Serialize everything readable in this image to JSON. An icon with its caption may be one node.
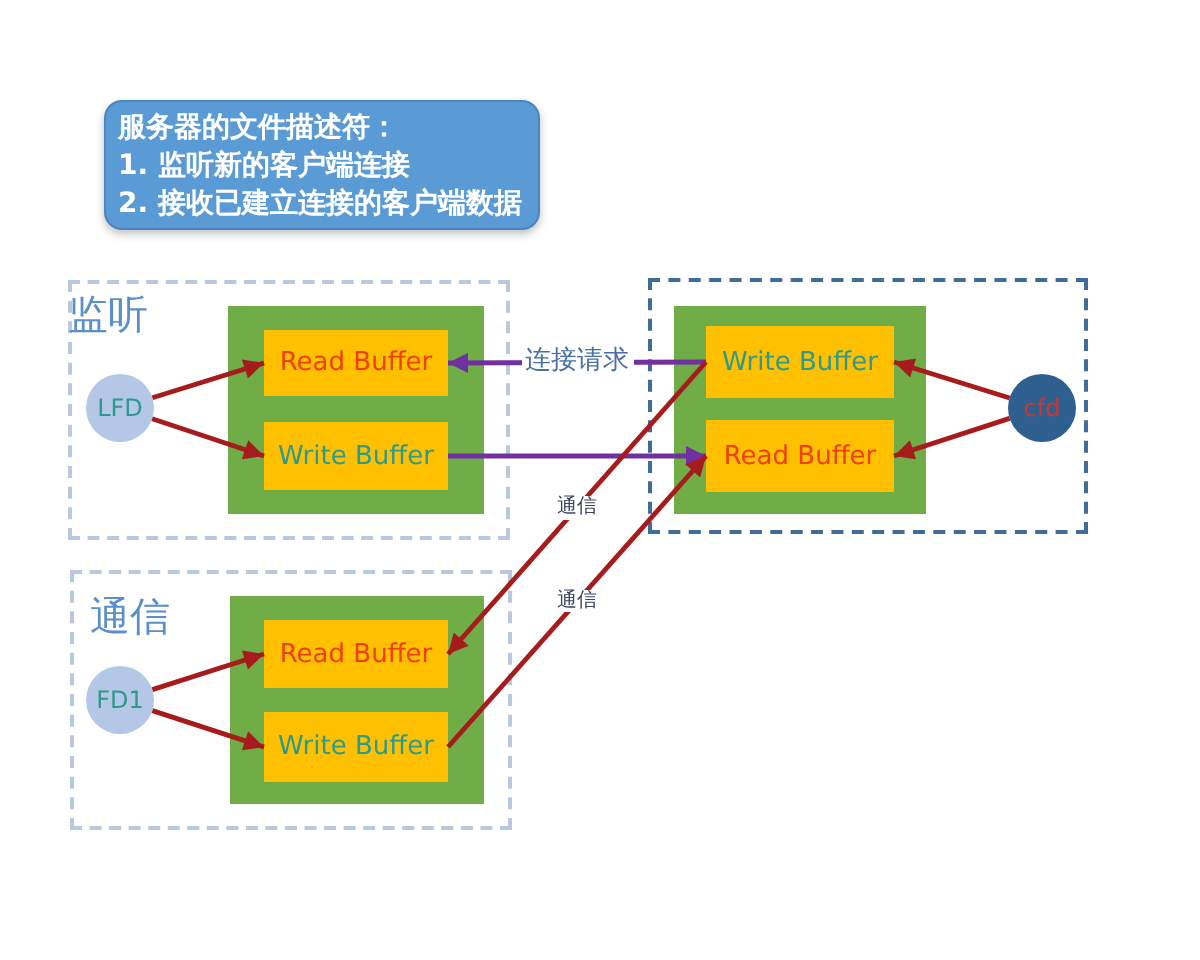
{
  "diagram": {
    "nodes": [
      {
        "text": [
          "服务器的文件描述符：",
          "1. 监听新的客户端连接",
          "2. 接收已建立连接的客户端数据"
        ]
      },
      {
        "text": [
          "监听"
        ]
      },
      {
        "text": [
          "LFD"
        ],
        "in": 1
      },
      {
        "text": [],
        "shape": "box",
        "in": 1
      },
      {
        "text": [
          "Read Buffer"
        ],
        "in": 3
      },
      {
        "text": [
          "Write Buffer"
        ],
        "in": 3
      },
      {
        "text": [],
        "shape": "box"
      },
      {
        "text": [],
        "shape": "box",
        "in": 6
      },
      {
        "text": [
          "Write Buffer"
        ],
        "in": 7
      },
      {
        "text": [
          "Read Buffer"
        ],
        "in": 7
      },
      {
        "text": [
          "cfd"
        ],
        "in": 6
      },
      {
        "text": [
          "通信"
        ]
      },
      {
        "text": [
          "FD1"
        ],
        "in": 11
      },
      {
        "text": [],
        "shape": "box",
        "in": 11
      },
      {
        "text": [
          "Read Buffer"
        ],
        "in": 13
      },
      {
        "text": [
          "Write Buffer"
        ],
        "in": 13
      }
    ],
    "edges": [
      {
        "from": 2,
        "to": 4,
        "arrow": "to"
      },
      {
        "from": 2,
        "to": 5,
        "arrow": "to"
      },
      {
        "from": 10,
        "to": 8,
        "arrow": "to"
      },
      {
        "from": 10,
        "to": 9,
        "arrow": "to"
      },
      {
        "from": 8,
        "to": 4,
        "arrow": "to",
        "label": "连接请求",
        "color": "#7030a0"
      },
      {
        "from": 5,
        "to": 9,
        "arrow": "to",
        "color": "#7030a0"
      },
      {
        "from": 8,
        "to": 14,
        "arrow": "to",
        "label": "通信"
      },
      {
        "from": 15,
        "to": 9,
        "arrow": "to",
        "label": "通信"
      },
      {
        "from": 12,
        "to": 14,
        "arrow": "to"
      },
      {
        "from": 12,
        "to": 15,
        "arrow": "to"
      }
    ]
  }
}
